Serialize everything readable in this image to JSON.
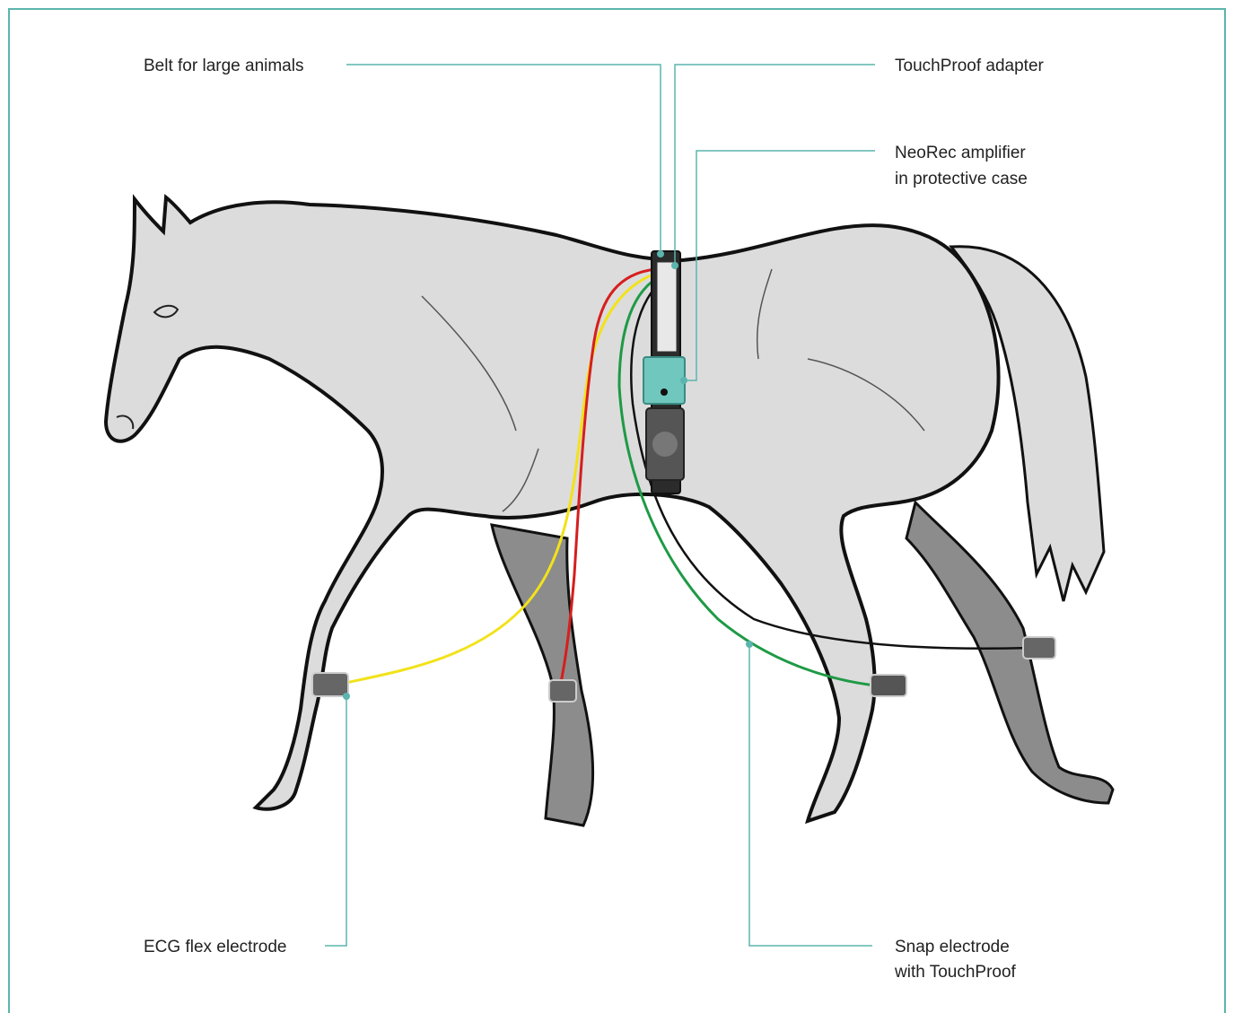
{
  "labels": {
    "belt": "Belt for large animals",
    "touchproof_adapter": "TouchProof adapter",
    "amplifier_line1": "NeoRec amplifier",
    "amplifier_line2": "in protective case",
    "ecg_electrode": "ECG flex electrode",
    "snap_line1": "Snap electrode",
    "snap_line2": "with TouchProof"
  },
  "colors": {
    "frame": "#5bb5ae",
    "leader": "#5bb5ae",
    "horse_body": "#dcdcdc",
    "horse_far_legs": "#8c8c8c",
    "outline": "#111111",
    "cable_yellow": "#f2e21a",
    "cable_red": "#d61e1e",
    "cable_green": "#1e9a45",
    "cable_black": "#111111",
    "amplifier_case": "#6fc7bd",
    "belt": "#2b2b2b"
  }
}
